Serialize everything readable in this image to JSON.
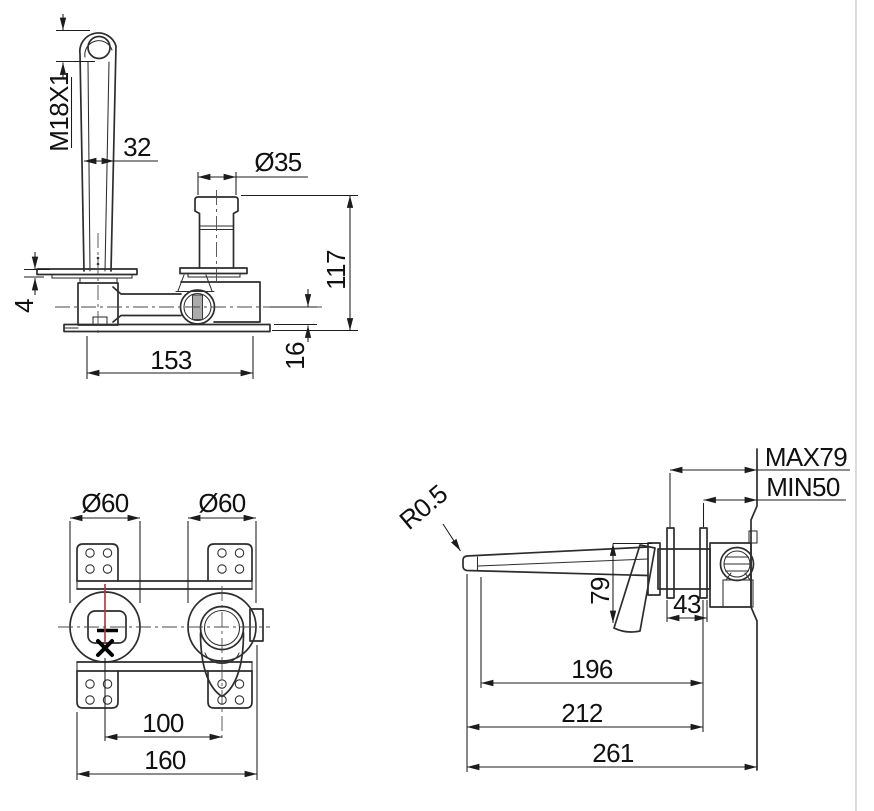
{
  "drawing": {
    "background": "#ffffff",
    "line_color": "#2d2d2d",
    "red_centerline_color": "#b23434",
    "views": {
      "front": {
        "title": "faucet front elevation",
        "dims": {
          "thread": "M18X1",
          "spout_width": "32",
          "handle_diameter": "Ø35",
          "height": "117",
          "plate_thickness": "4",
          "body_width": "153",
          "outlet_drop": "16"
        }
      },
      "plate": {
        "title": "in-wall mounting body front view",
        "dims": {
          "left_dia": "Ø60",
          "right_dia": "Ø60",
          "center_distance": "100",
          "overall_width": "160"
        }
      },
      "side": {
        "title": "installed side section",
        "dims": {
          "max_depth": "MAX79",
          "min_depth": "MIN50",
          "tip_radius": "R0.5",
          "handle_length": "79",
          "flange_span": "43",
          "reach_inner": "196",
          "reach_mid": "212",
          "reach_overall": "261"
        }
      }
    }
  }
}
